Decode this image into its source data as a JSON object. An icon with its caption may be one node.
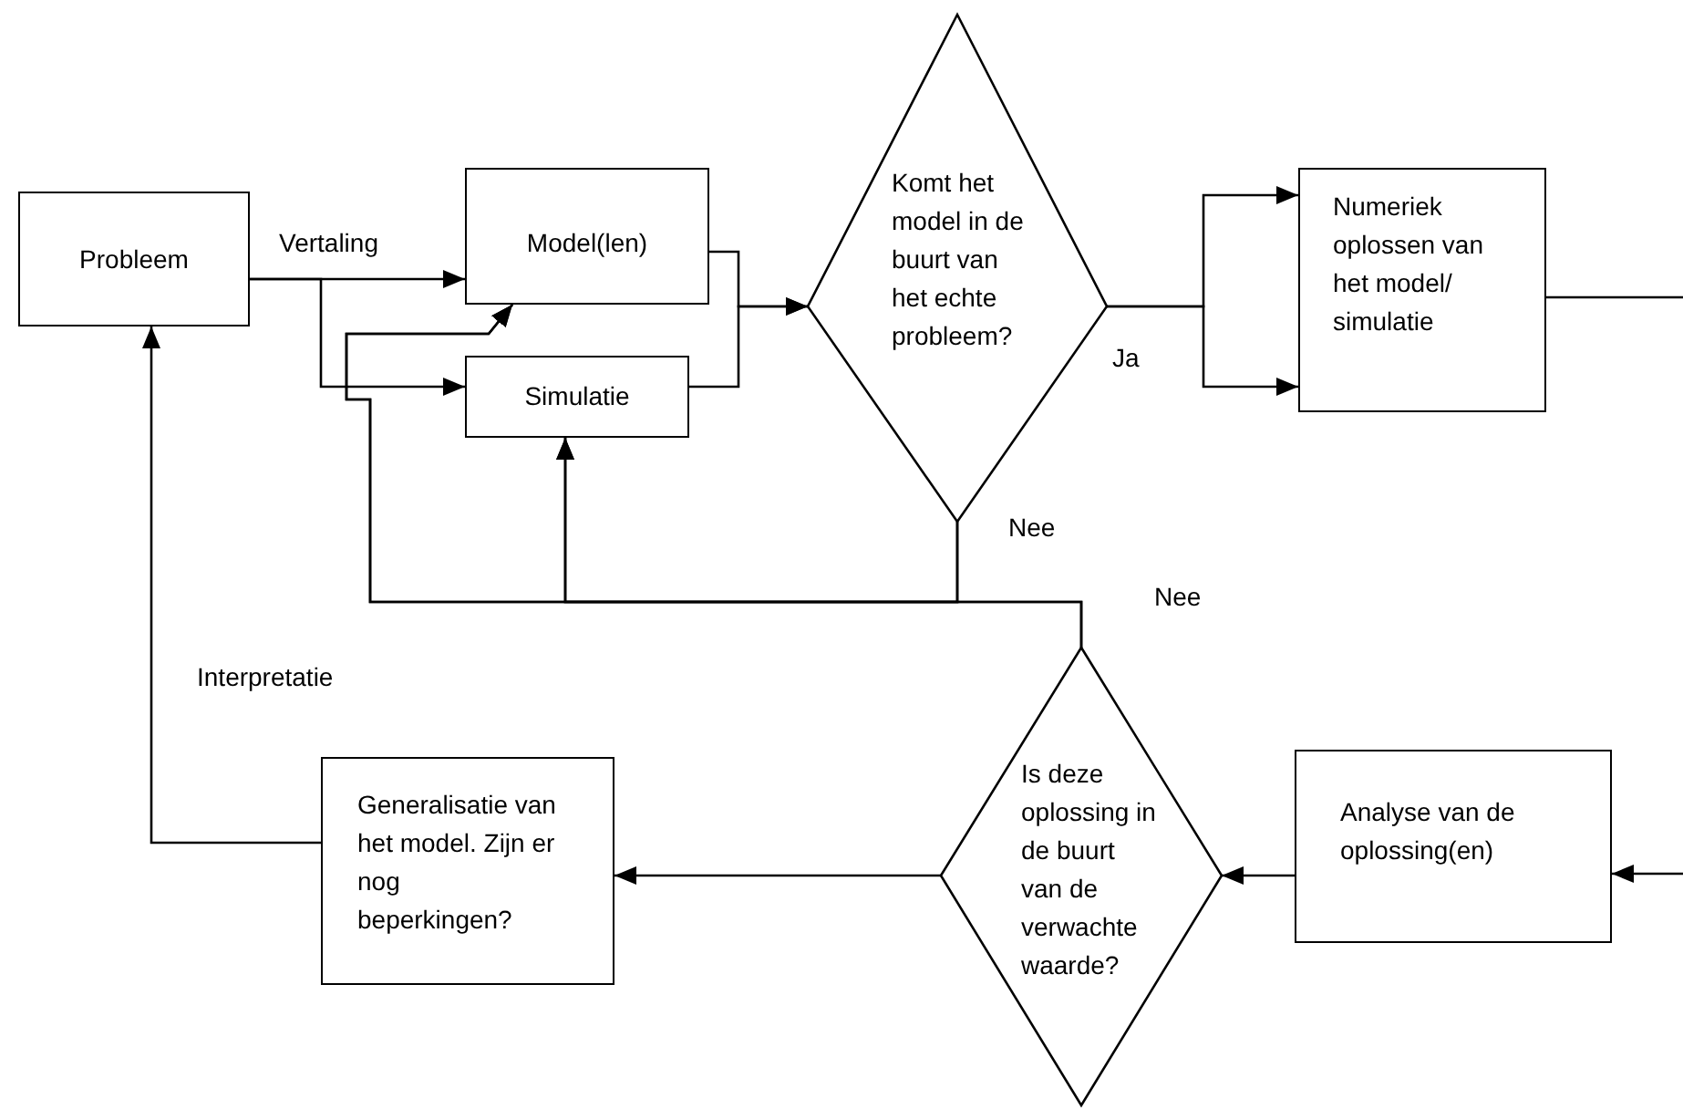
{
  "diagram": {
    "nodes": [
      {
        "text": [
          "Probleem"
        ]
      },
      {
        "text": [
          "Model(len)"
        ]
      },
      {
        "text": [
          "Simulatie"
        ]
      },
      {
        "text": [
          "Komt het model in de buurt van het echte probleem?"
        ]
      },
      {
        "text": [
          "Numeriek oplossen van het model/ simulatie"
        ]
      },
      {
        "text": [
          "Analyse van de oplossing(en)"
        ]
      },
      {
        "text": [
          "Is deze oplossing in de buurt van de verwachte waarde?"
        ]
      },
      {
        "text": [
          "Generalisatie van het model. Zijn er nog beperkingen?"
        ]
      }
    ],
    "edges": [
      {
        "from": 0,
        "to": 1,
        "arrow": "to",
        "label": "Vertaling"
      },
      {
        "from": 0,
        "to": 2,
        "arrow": "to"
      },
      {
        "from": 1,
        "to": 3,
        "arrow": "to"
      },
      {
        "from": 2,
        "to": 3,
        "arrow": "to"
      },
      {
        "from": 3,
        "to": 4,
        "arrow": "to",
        "label": "Ja"
      },
      {
        "from": 3,
        "to": 4,
        "arrow": "to"
      },
      {
        "from": 4,
        "to": null,
        "arrow": "none"
      },
      {
        "from": null,
        "to": 5,
        "arrow": "to"
      },
      {
        "from": 5,
        "to": 6,
        "arrow": "to"
      },
      {
        "from": 6,
        "to": 7,
        "arrow": "to"
      },
      {
        "from": 7,
        "to": 0,
        "arrow": "to",
        "label": "Interpretatie"
      },
      {
        "from": 3,
        "to": 1,
        "arrow": "to",
        "label": "Nee"
      },
      {
        "from": 3,
        "to": 2,
        "arrow": "to"
      },
      {
        "from": 6,
        "to": 1,
        "arrow": "to",
        "label": "Nee"
      },
      {
        "from": 6,
        "to": 2,
        "arrow": "to"
      }
    ]
  }
}
